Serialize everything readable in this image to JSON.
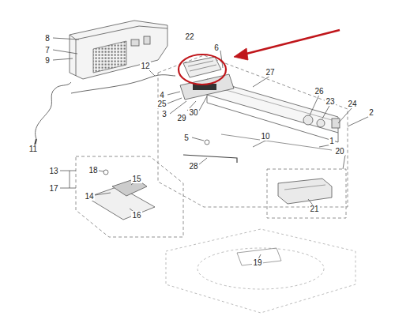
{
  "diagram": {
    "labels": [
      "8",
      "7",
      "9",
      "22",
      "6",
      "12",
      "11",
      "4",
      "25",
      "3",
      "30",
      "29",
      "27",
      "26",
      "23",
      "24",
      "2",
      "1",
      "5",
      "10",
      "28",
      "20",
      "13",
      "18",
      "15",
      "17",
      "14",
      "16",
      "21",
      "19"
    ]
  }
}
